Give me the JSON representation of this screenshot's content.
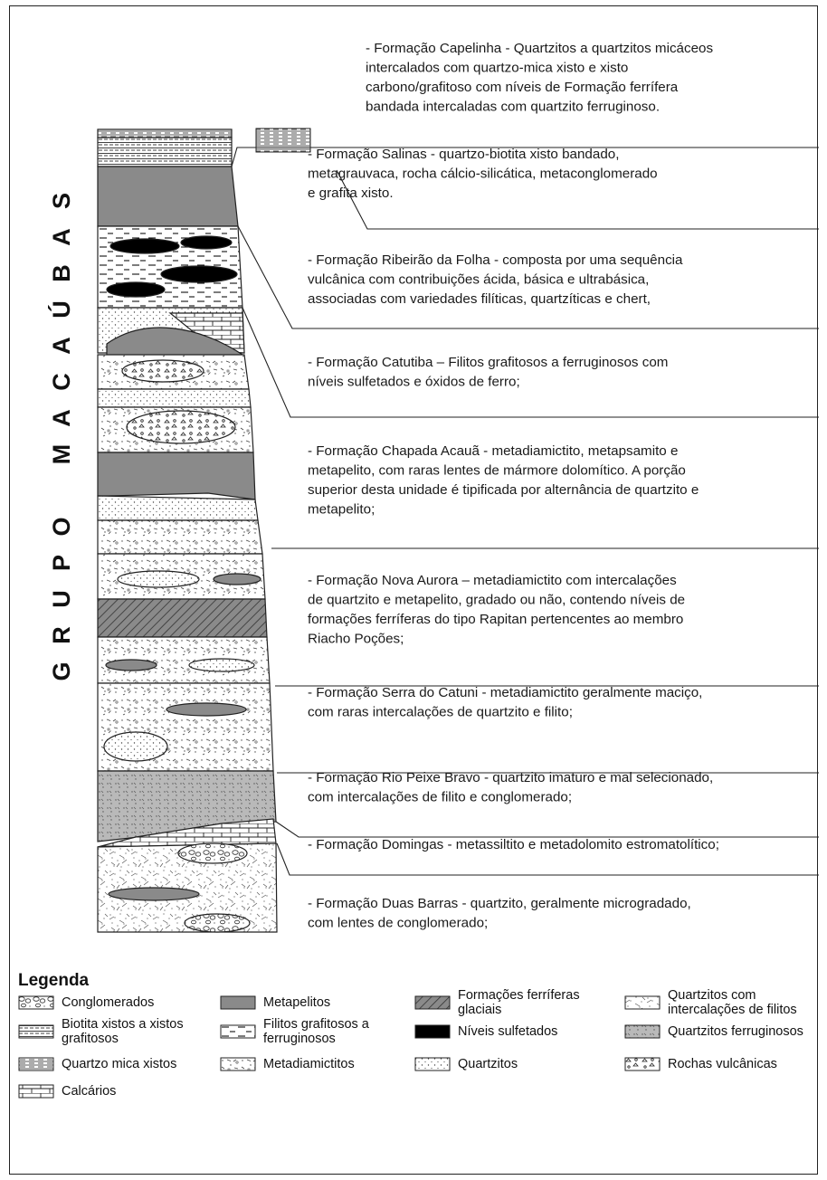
{
  "group_name": "GRUPO MACAÚBAS",
  "formations": [
    {
      "lines": [
        "- Formação Capelinha - Quartzitos a quartzitos micáceos",
        "intercalados com quartzo-mica xisto e xisto",
        "carbono/grafitoso com níveis de Formação ferrífera",
        "bandada intercaladas com quartzito ferruginoso."
      ]
    },
    {
      "lines": [
        "- Formação Salinas - quartzo-biotita xisto bandado,",
        "metagrauvaca, rocha cálcio-silicática, metaconglomerado",
        "e grafita xisto."
      ]
    },
    {
      "lines": [
        "- Formação Ribeirão da Folha - composta por uma sequência",
        "vulcânica com contribuições ácida, básica e ultrabásica,",
        "associadas com variedades filíticas, quartzíticas e chert,"
      ]
    },
    {
      "lines": [
        "- Formação Catutiba – Filitos grafitosos a ferruginosos com",
        "níveis sulfetados e óxidos de ferro;"
      ]
    },
    {
      "lines": [
        "- Formação Chapada Acauã - metadiamictito, metapsamito e",
        "metapelito, com raras lentes de mármore dolomítico. A porção",
        "superior desta unidade é tipificada por alternância de quartzito e",
        "metapelito;"
      ]
    },
    {
      "lines": [
        "- Formação Nova Aurora – metadiamictito com intercalações",
        "de quartzito e metapelito, gradado ou não, contendo níveis de",
        "formações ferríferas do tipo Rapitan pertencentes ao membro",
        "Riacho Poções;"
      ]
    },
    {
      "lines": [
        "- Formação Serra do Catuni - metadiamictito geralmente maciço,",
        "com raras intercalações de quartzito e filito;"
      ]
    },
    {
      "lines": [
        "- Formação Rio Peixe Bravo - quartzito imaturo e mal selecionado,",
        "com intercalações de filito e conglomerado;"
      ]
    },
    {
      "lines": [
        "- Formação Domingas - metassiltito e metadolomito estromatolítico;"
      ]
    },
    {
      "lines": [
        "- Formação Duas Barras - quartzito, geralmente microgradado,",
        "com lentes de conglomerado;"
      ]
    }
  ],
  "legend": {
    "title": "Legenda",
    "items": [
      {
        "label": "Conglomerados",
        "pattern": "conglomerado"
      },
      {
        "label": "Biotita xistos a xistos grafitosos",
        "pattern": "biotita"
      },
      {
        "label": "Quartzo mica xistos",
        "pattern": "quartzomica"
      },
      {
        "label": "Calcários",
        "pattern": "calcario"
      },
      {
        "label": "Metapelitos",
        "pattern": "metapelito"
      },
      {
        "label": "Filitos grafitosos a ferruginosos",
        "pattern": "filito"
      },
      {
        "label": "Metadiamictitos",
        "pattern": "metadiamictito"
      },
      {
        "label": "Formações ferríferas glaciais",
        "pattern": "ferrifera"
      },
      {
        "label": "Níveis sulfetados",
        "pattern": "sulfetado"
      },
      {
        "label": "Quartzitos",
        "pattern": "quartzito"
      },
      {
        "label": "Quartzitos com intercalações de filitos",
        "pattern": "quartzitofilito"
      },
      {
        "label": "Quartzitos ferruginosos",
        "pattern": "quartzitoferr"
      },
      {
        "label": "Rochas vulcânicas",
        "pattern": "vulcanica"
      }
    ]
  },
  "colors": {
    "metapelito": "#8a8a8a",
    "quartzito_ferruginoso": "#b9b9b9",
    "ferrifera": "#7a7a7a",
    "sulfetado": "#000000",
    "line": "#222222"
  }
}
